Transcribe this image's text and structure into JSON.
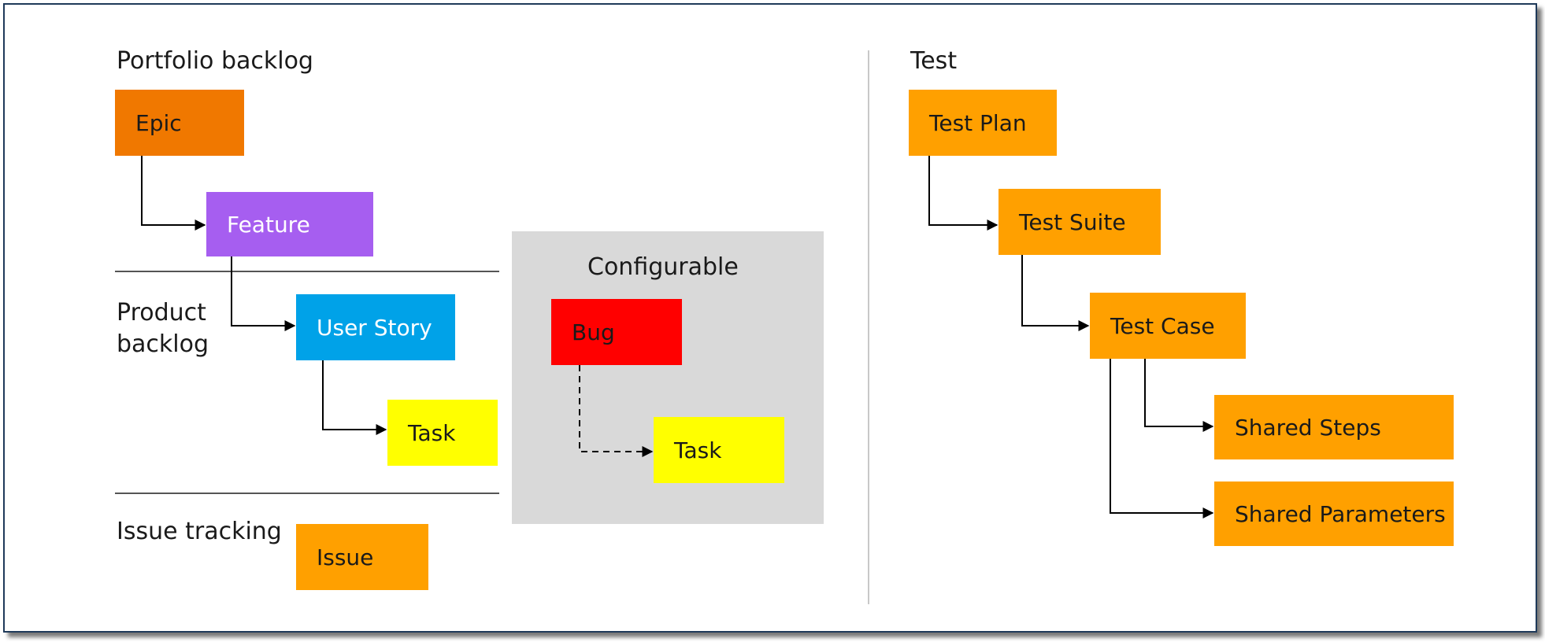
{
  "colors": {
    "epic": "#f07800",
    "feature": "#a65ef0",
    "user_story": "#00a2e8",
    "task": "#ffff00",
    "bug": "#ff0000",
    "orange": "#ffa000",
    "panel": "#d9d9d9"
  },
  "portfolio": {
    "label": "Portfolio backlog",
    "epic": "Epic",
    "feature": "Feature"
  },
  "product": {
    "label_line1": "Product",
    "label_line2": "backlog",
    "user_story": "User Story",
    "task": "Task"
  },
  "issue": {
    "label": "Issue tracking",
    "issue": "Issue"
  },
  "configurable": {
    "title": "Configurable",
    "bug": "Bug",
    "task": "Task"
  },
  "test": {
    "label": "Test",
    "test_plan": "Test Plan",
    "test_suite": "Test Suite",
    "test_case": "Test Case",
    "shared_steps": "Shared Steps",
    "shared_parameters": "Shared Parameters"
  }
}
